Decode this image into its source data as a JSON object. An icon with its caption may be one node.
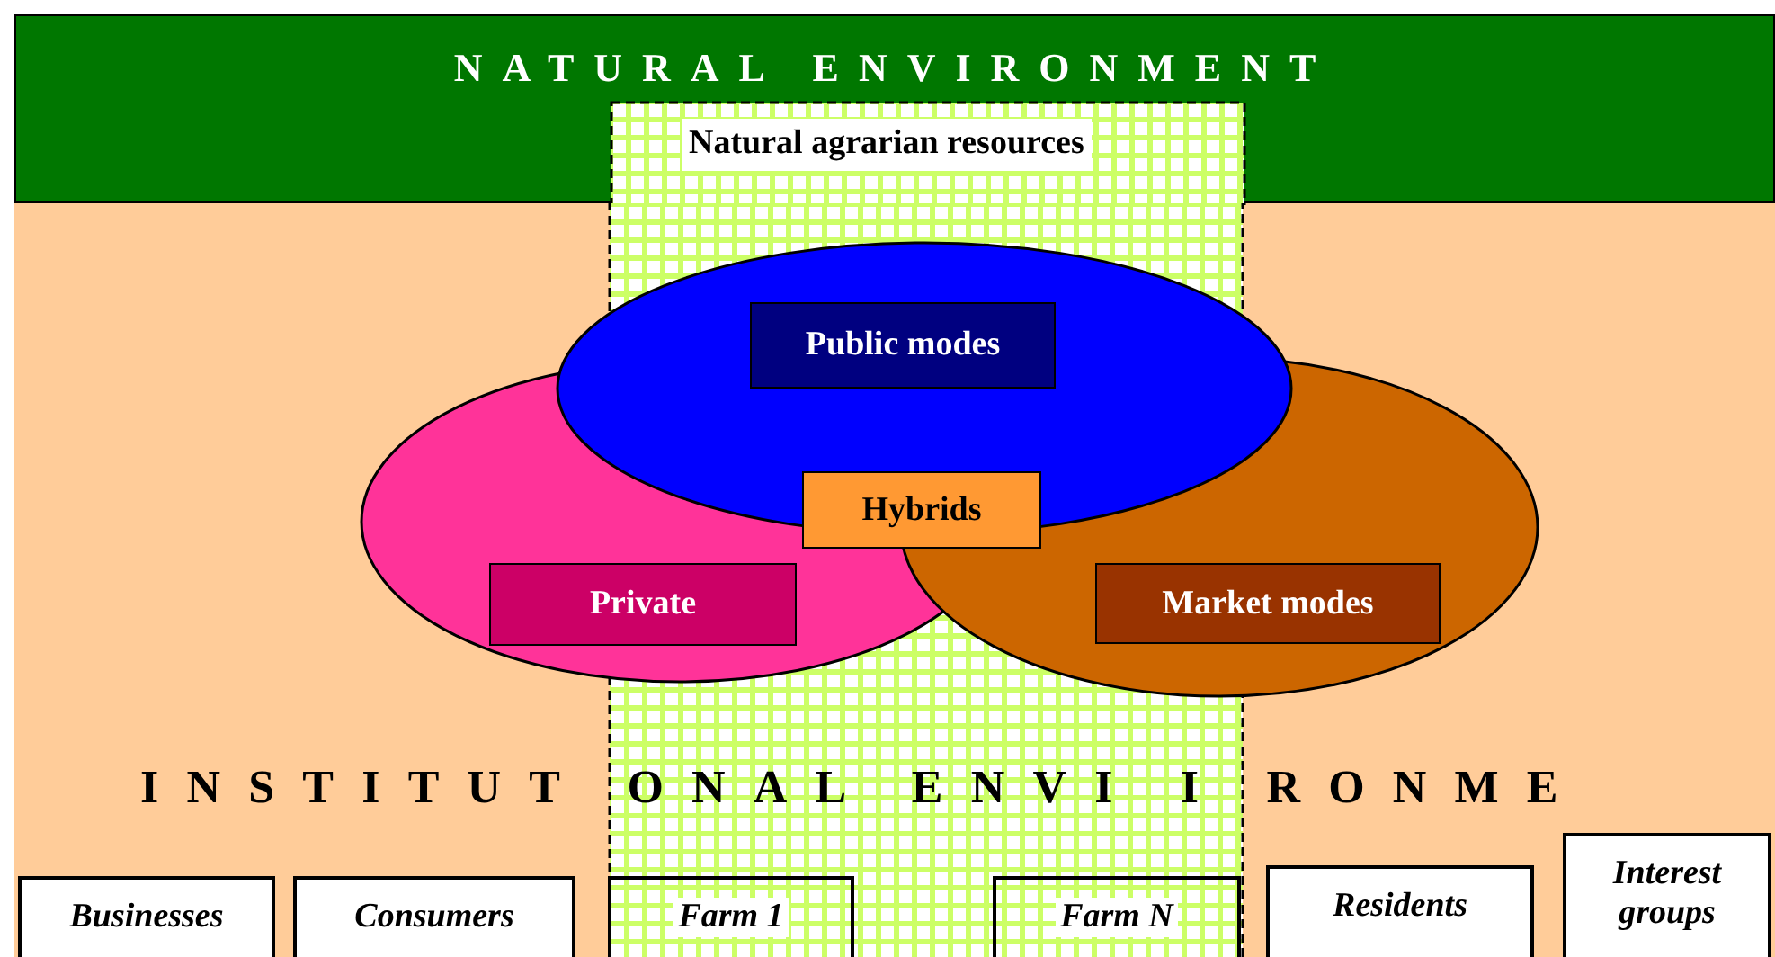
{
  "diagram": {
    "nodes": [
      {
        "text": [
          "NATURAL ENVIRONMENT"
        ]
      },
      {
        "text": [
          "Natural agrarian resources"
        ],
        "in": 0
      },
      {
        "text": [],
        "shape": "box"
      },
      {
        "text": [],
        "shape": "ellipse"
      },
      {
        "text": [],
        "shape": "ellipse"
      },
      {
        "text": [],
        "shape": "ellipse"
      },
      {
        "text": [
          "Public modes"
        ],
        "in": 5
      },
      {
        "text": [
          "Hybrids"
        ],
        "in": 2
      },
      {
        "text": [
          "Private"
        ],
        "in": 3
      },
      {
        "text": [
          "Market modes"
        ],
        "in": 4
      },
      {
        "text": [
          "Businesses"
        ]
      },
      {
        "text": [
          "Consumers"
        ]
      },
      {
        "text": [
          "Farm 1"
        ],
        "in": 2
      },
      {
        "text": [
          "Farm N"
        ],
        "in": 2
      },
      {
        "text": [
          "Residents"
        ]
      },
      {
        "text": [
          "Interest groups"
        ]
      }
    ],
    "edges": [],
    "labels": [
      "INSTITUT ONAL ENVI I RONME"
    ]
  }
}
